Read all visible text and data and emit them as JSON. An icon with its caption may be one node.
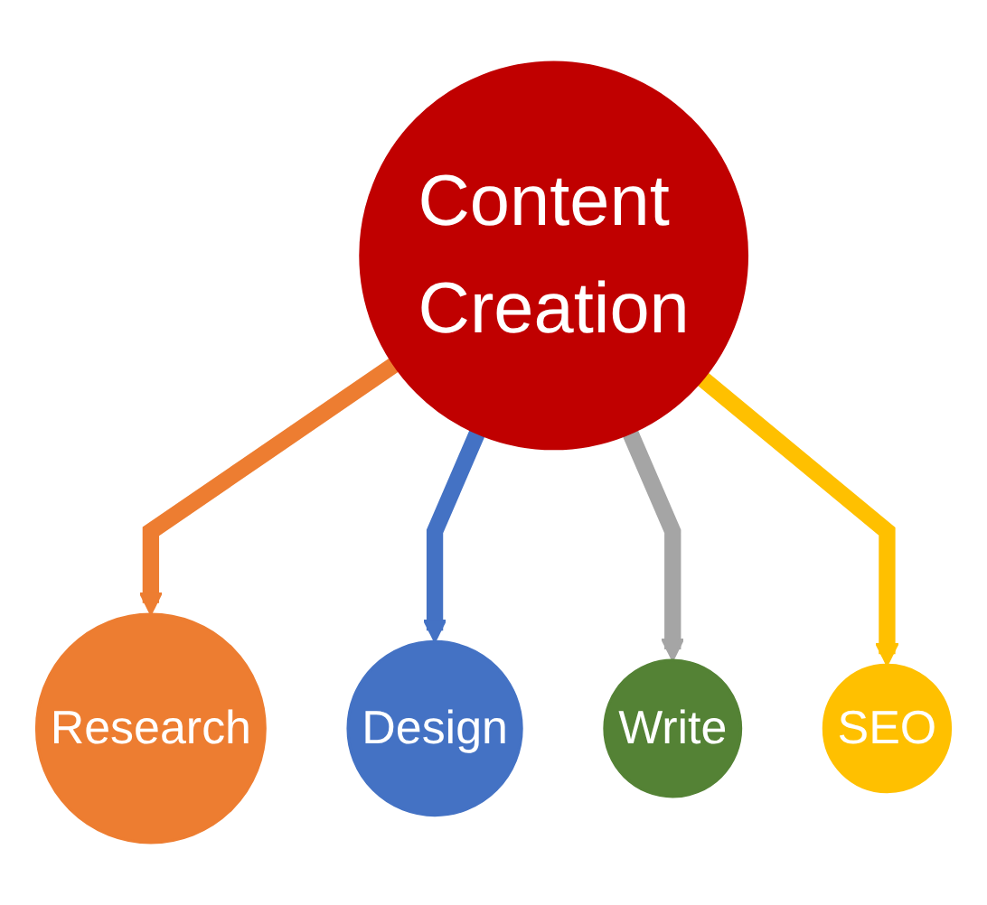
{
  "diagram": {
    "nodes": [
      {
        "text": [
          "Research"
        ]
      },
      {
        "text": [
          "Design"
        ]
      },
      {
        "text": [
          "Content Creation"
        ]
      },
      {
        "text": [
          "Write"
        ]
      },
      {
        "text": [
          "SEO"
        ]
      }
    ],
    "edges": [
      {
        "from": 2,
        "to": 0,
        "arrow": "to",
        "color": "#ed7d31"
      },
      {
        "from": 2,
        "to": 1,
        "arrow": "to",
        "color": "#4472c4"
      },
      {
        "from": 2,
        "to": 3,
        "arrow": "to",
        "color": "#a5a5a5"
      },
      {
        "from": 2,
        "to": 4,
        "arrow": "to",
        "color": "#ffc000"
      }
    ]
  }
}
